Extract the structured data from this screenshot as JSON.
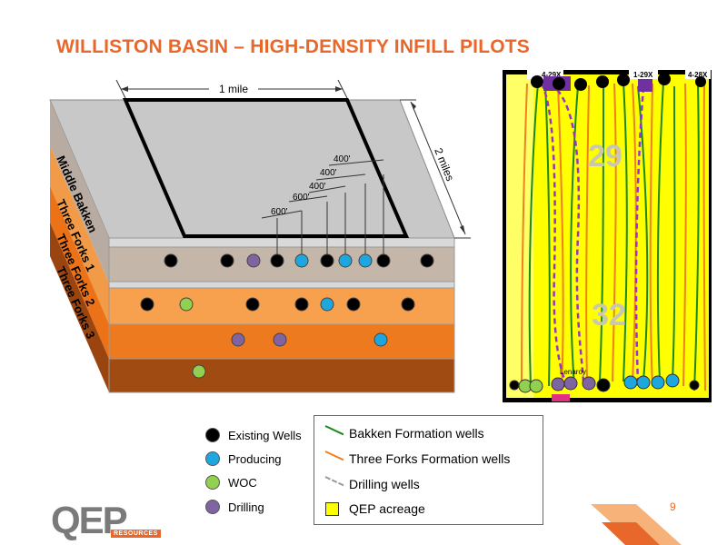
{
  "title": "WILLISTON BASIN – HIGH-DENSITY INFILL PILOTS",
  "block": {
    "width_label": "1 mile",
    "length_label": "2 miles",
    "spacing_labels": [
      "600'",
      "600'",
      "400'",
      "400'",
      "400'"
    ],
    "layers": [
      "Middle Bakken",
      "Three Forks 1",
      "Three Forks 2",
      "Three Forks 3"
    ]
  },
  "legend": {
    "existing": "Existing Wells",
    "producing": "Producing",
    "woc": "WOC",
    "drilling": "Drilling"
  },
  "legend_box": {
    "bakken": "Bakken Formation wells",
    "three_forks": "Three Forks Formation wells",
    "drilling_wells": "Drilling wells",
    "acreage": "QEP acreage"
  },
  "map": {
    "section_top": "29",
    "section_bottom": "32",
    "label_left": "4-29X",
    "label_mid": "1-29X",
    "label_right": "4-28X",
    "label_bottom": "Lenaroy"
  },
  "colors": {
    "accent": "#e8672a",
    "existing": "#000000",
    "producing": "#1ea7df",
    "woc": "#92d050",
    "drilling": "#8064a2",
    "acreage": "#ffff00",
    "bakken_line": "#1a8a1a",
    "threeforks_line": "#f08020",
    "drilling_line": "#9b30d0"
  },
  "logo": {
    "main": "QEP",
    "sub": "RESOURCES"
  },
  "page_number": "9"
}
